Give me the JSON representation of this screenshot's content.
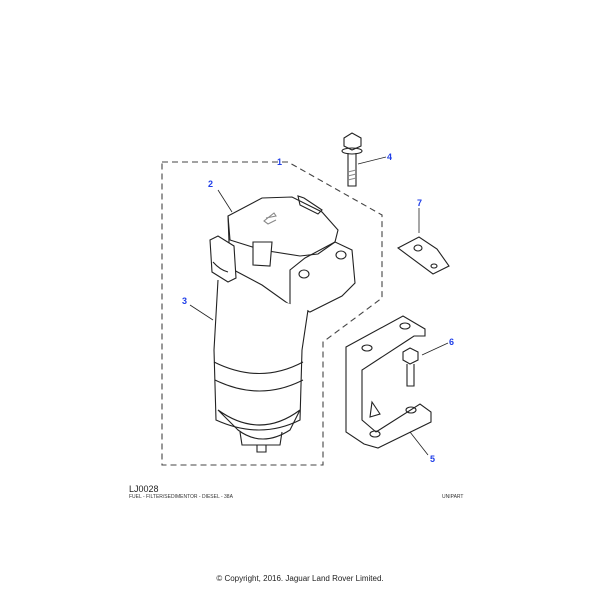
{
  "diagram": {
    "callouts": [
      "1",
      "2",
      "3",
      "4",
      "5",
      "6",
      "7"
    ],
    "code": "LJ0028",
    "description": "FUEL - FILTER/SEDIMENTOR - DIESEL - 38A",
    "brand": "UNIPART"
  },
  "footer": {
    "copyright": "© Copyright, 2016. Jaguar Land Rover Limited."
  }
}
